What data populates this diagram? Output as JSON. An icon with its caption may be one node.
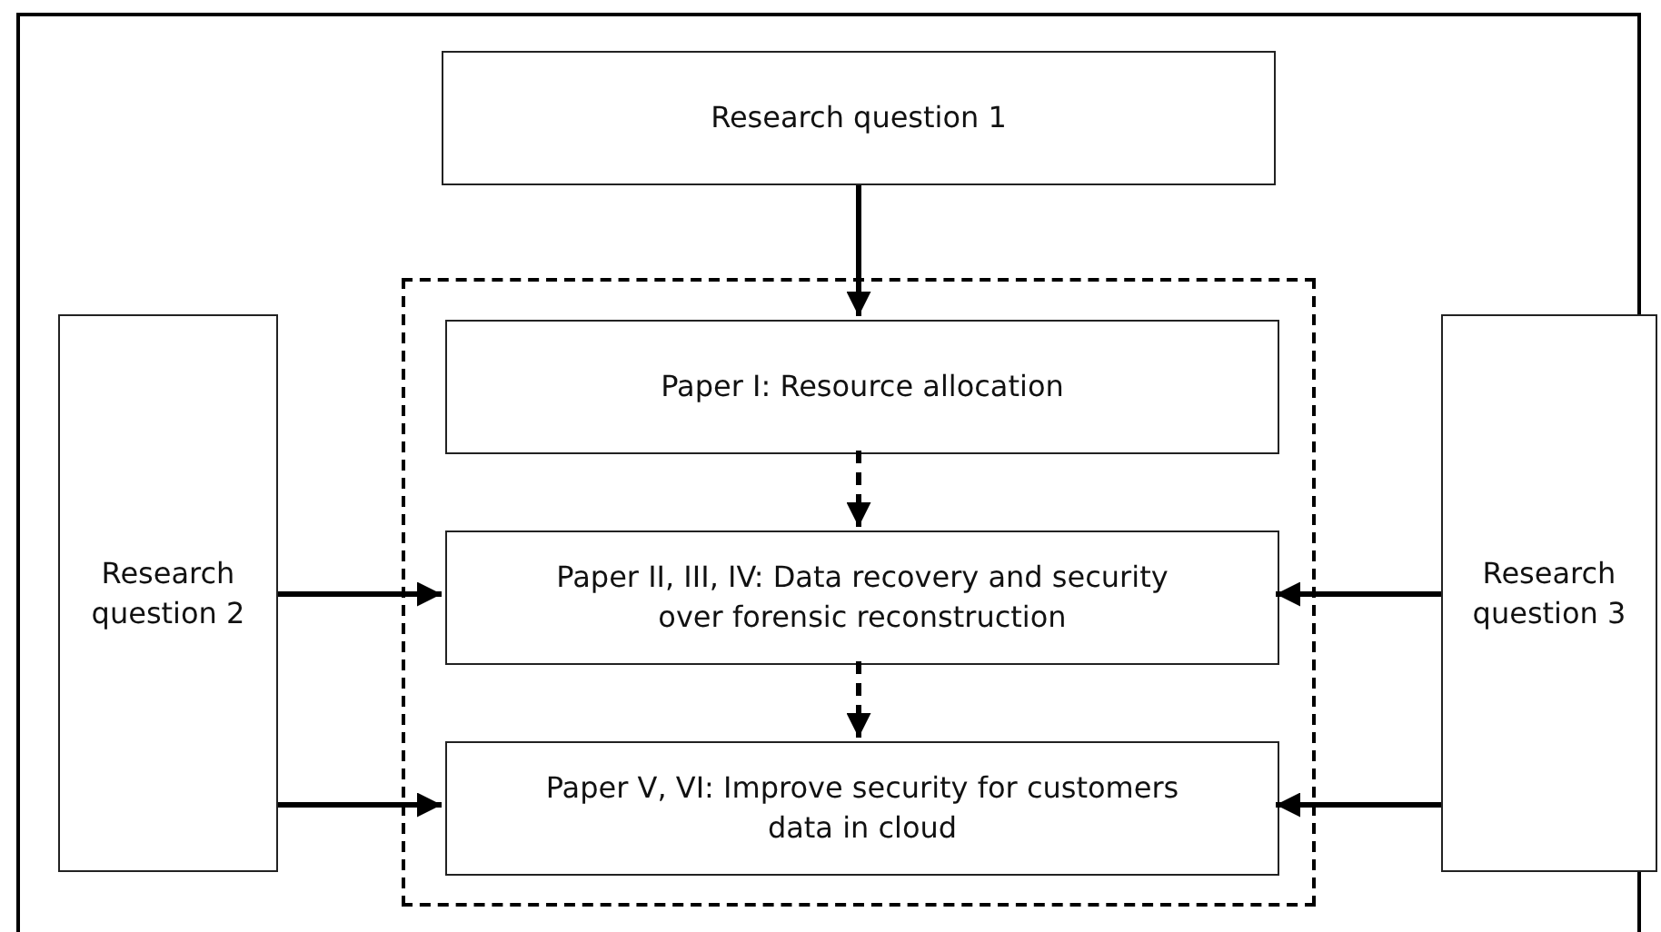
{
  "diagram": {
    "nodes": [
      {
        "text": [
          "Research question 1"
        ]
      },
      {
        "text": [
          "Research question 2"
        ]
      },
      {
        "text": [],
        "shape": "box"
      },
      {
        "text": [
          "Paper I: Resource allocation"
        ],
        "in": 2
      },
      {
        "text": [
          "Paper II, III, IV: Data recovery and security over forensic reconstruction"
        ],
        "in": 2
      },
      {
        "text": [
          "Paper V, VI: Improve security for customers data in cloud"
        ],
        "in": 2
      },
      {
        "text": [
          "Research question 3"
        ]
      }
    ],
    "edges": [
      {
        "from": 0,
        "to": 3,
        "arrow": "to"
      },
      {
        "from": 3,
        "to": 4,
        "arrow": "to",
        "style": "dashed"
      },
      {
        "from": 4,
        "to": 5,
        "arrow": "to",
        "style": "dashed"
      },
      {
        "from": 1,
        "to": 4,
        "arrow": "to"
      },
      {
        "from": 1,
        "to": 5,
        "arrow": "to"
      },
      {
        "from": 6,
        "to": 4,
        "arrow": "to"
      },
      {
        "from": 6,
        "to": 5,
        "arrow": "to"
      }
    ]
  }
}
